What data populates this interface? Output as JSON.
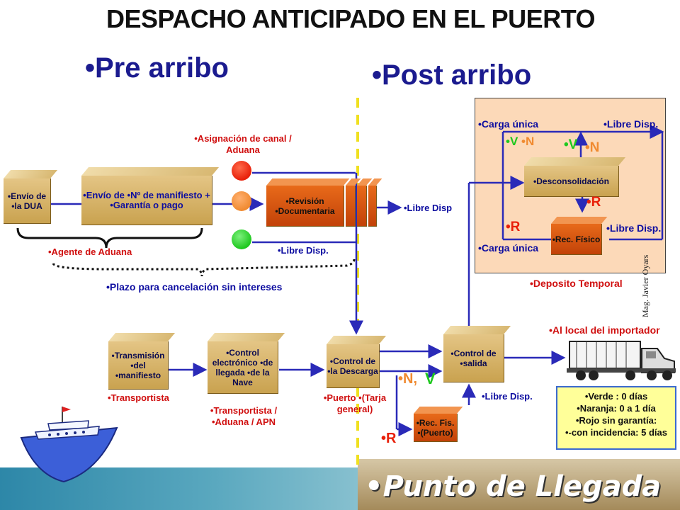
{
  "title": "DESPACHO ANTICIPADO EN EL PUERTO",
  "phases": {
    "pre": "•Pre arribo",
    "post": "•Post arribo"
  },
  "labels": {
    "asignacion": "•Asignación de canal / Aduana",
    "libre_disp_revision": "•Libre Disp",
    "libre_disp_verde": "•Libre Disp.",
    "agente": "•Agente de Aduana",
    "plazo": "•Plazo para cancelación sin intereses",
    "transportista": "•Transportista",
    "transportista_aduana": "•Transportista / •Aduana / APN",
    "puerto": "•Puerto •(Tarja general)",
    "libre_disp_salida": "•Libre Disp.",
    "nv_n": "•N,",
    "nv_v": "V",
    "r_bottom": "•R",
    "al_local": "•Al local del importador",
    "carga_unica_top": "•Carga única",
    "libre_disp_top": "•Libre Disp.",
    "v_left": "•V",
    "n_left": "•N",
    "v_mid": "•V",
    "n_mid": "•N",
    "r_mid": "•R",
    "r_left": "•R",
    "libre_disp_rec": "•Libre Disp.",
    "carga_unica_bottom": "•Carga única",
    "deposito": "•Deposito Temporal",
    "side_author": "Mag. Javier Oyars"
  },
  "boxes": {
    "envio_dua": "•Envío de •la DUA",
    "envio_manifiesto": "•Envío de •Nº de manifiesto + •Garantía o pago",
    "revision": "•Revisión •Documentaria",
    "transmision": "•Transmisión •del •manifiesto",
    "control_llegada": "•Control electrónico •de llegada •de la Nave",
    "control_descarga": "•Control de •la Descarga",
    "control_salida": "•Control de •salida",
    "rec_fis_puerto": "•Rec. Fis. •(Puerto)",
    "desconsolidacion": "•Desconsolidación",
    "rec_fisico": "•Rec. Físico"
  },
  "legend": {
    "verde": "•Verde : 0 días",
    "naranja": "•Naranja: 0 a 1 día",
    "rojo": "•Rojo sin garantía:",
    "incidencia": "•-con incidencia: 5 días"
  },
  "footer": "•Punto de Llegada",
  "colors": {
    "red_light": "#e8200a",
    "orange_light": "#f08a30",
    "green_light": "#1ec81e",
    "arrow": "#2a2ab8",
    "divider": "#f0e020",
    "deposito_bg": "#fcd9b8",
    "legend_bg": "#ffff99"
  }
}
